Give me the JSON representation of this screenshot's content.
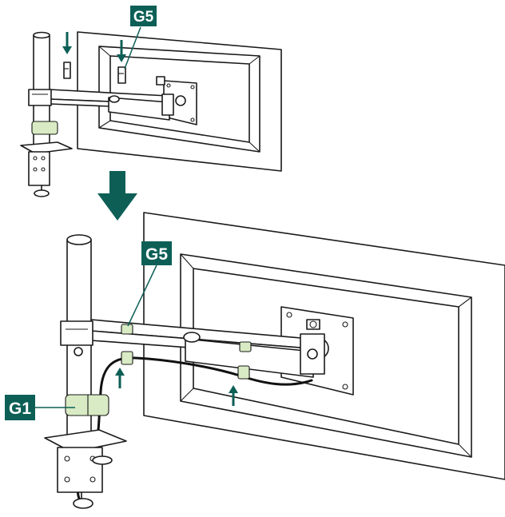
{
  "colors": {
    "accent": "#0d5f56",
    "clip_fill": "#d8ebc4",
    "line": "#1a1a1a",
    "background": "#ffffff"
  },
  "callouts": {
    "g5_top": "G5",
    "g5_bottom": "G5",
    "g1": "G1"
  },
  "icons": {
    "step_arrow": "down-arrow-icon",
    "insert_arrow": "arrow-icon"
  }
}
